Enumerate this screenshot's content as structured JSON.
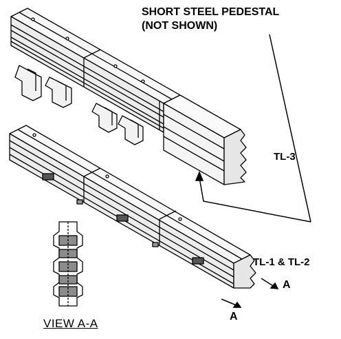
{
  "callout": {
    "title": "SHORT STEEL PEDESTAL",
    "subtitle": "(NOT SHOWN)"
  },
  "labels": {
    "tl3": "TL-3",
    "tl12": "TL-1 & TL-2",
    "section_a_1": "A",
    "section_a_2": "A",
    "view": "VIEW A-A"
  },
  "colors": {
    "ink": "#000000",
    "fill_light": "#f2f2f2",
    "fill_mid": "#d9d9d9",
    "concrete": "#8c8c8c"
  }
}
